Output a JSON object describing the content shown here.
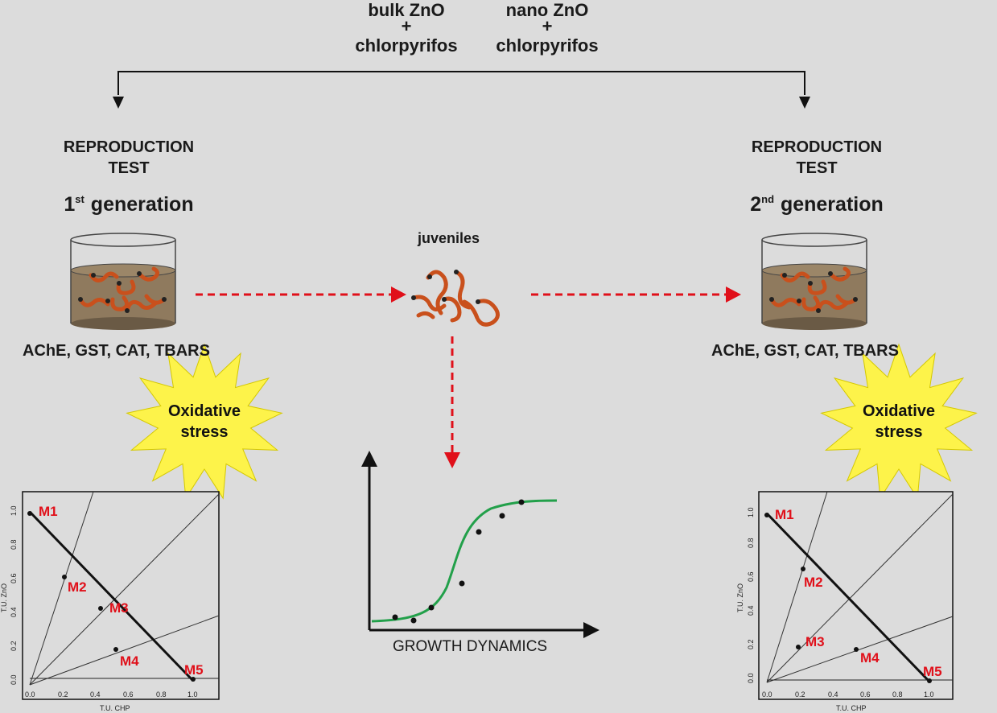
{
  "treatments": {
    "bulk": {
      "line1": "bulk ZnO",
      "line2": "+",
      "line3": "chlorpyrifos",
      "color": "#1a9a3c"
    },
    "nano": {
      "line1": "nano ZnO",
      "line2": "+",
      "line3": "chlorpyrifos",
      "color": "#2a2a8c"
    }
  },
  "left": {
    "test_line1": "REPRODUCTION",
    "test_line2": "TEST",
    "gen_num": "1",
    "gen_sup": "st",
    "gen_word": " generation",
    "enzymes": "AChE, GST, CAT, TBARS",
    "stress_line1": "Oxidative",
    "stress_line2": "stress"
  },
  "right": {
    "test_line1": "REPRODUCTION",
    "test_line2": "TEST",
    "gen_num": "2",
    "gen_sup": "nd",
    "gen_word": " generation",
    "enzymes": "AChE, GST, CAT, TBARS",
    "stress_line1": "Oxidative",
    "stress_line2": "stress"
  },
  "juveniles_label": "juveniles",
  "growth_label": "GROWTH DYNAMICS",
  "isobologram": {
    "xlabel": "T.U. CHP",
    "ylabel": "T.U. ZnO",
    "ticks": [
      "0.0",
      "0.2",
      "0.4",
      "0.6",
      "0.8",
      "1.0"
    ],
    "labels": [
      "M1",
      "M2",
      "M3",
      "M4",
      "M5"
    ]
  },
  "colors": {
    "arrow_red": "#e0101a",
    "star_fill": "#fdf34a",
    "worm": "#c9501c",
    "curve": "#22a04a"
  }
}
